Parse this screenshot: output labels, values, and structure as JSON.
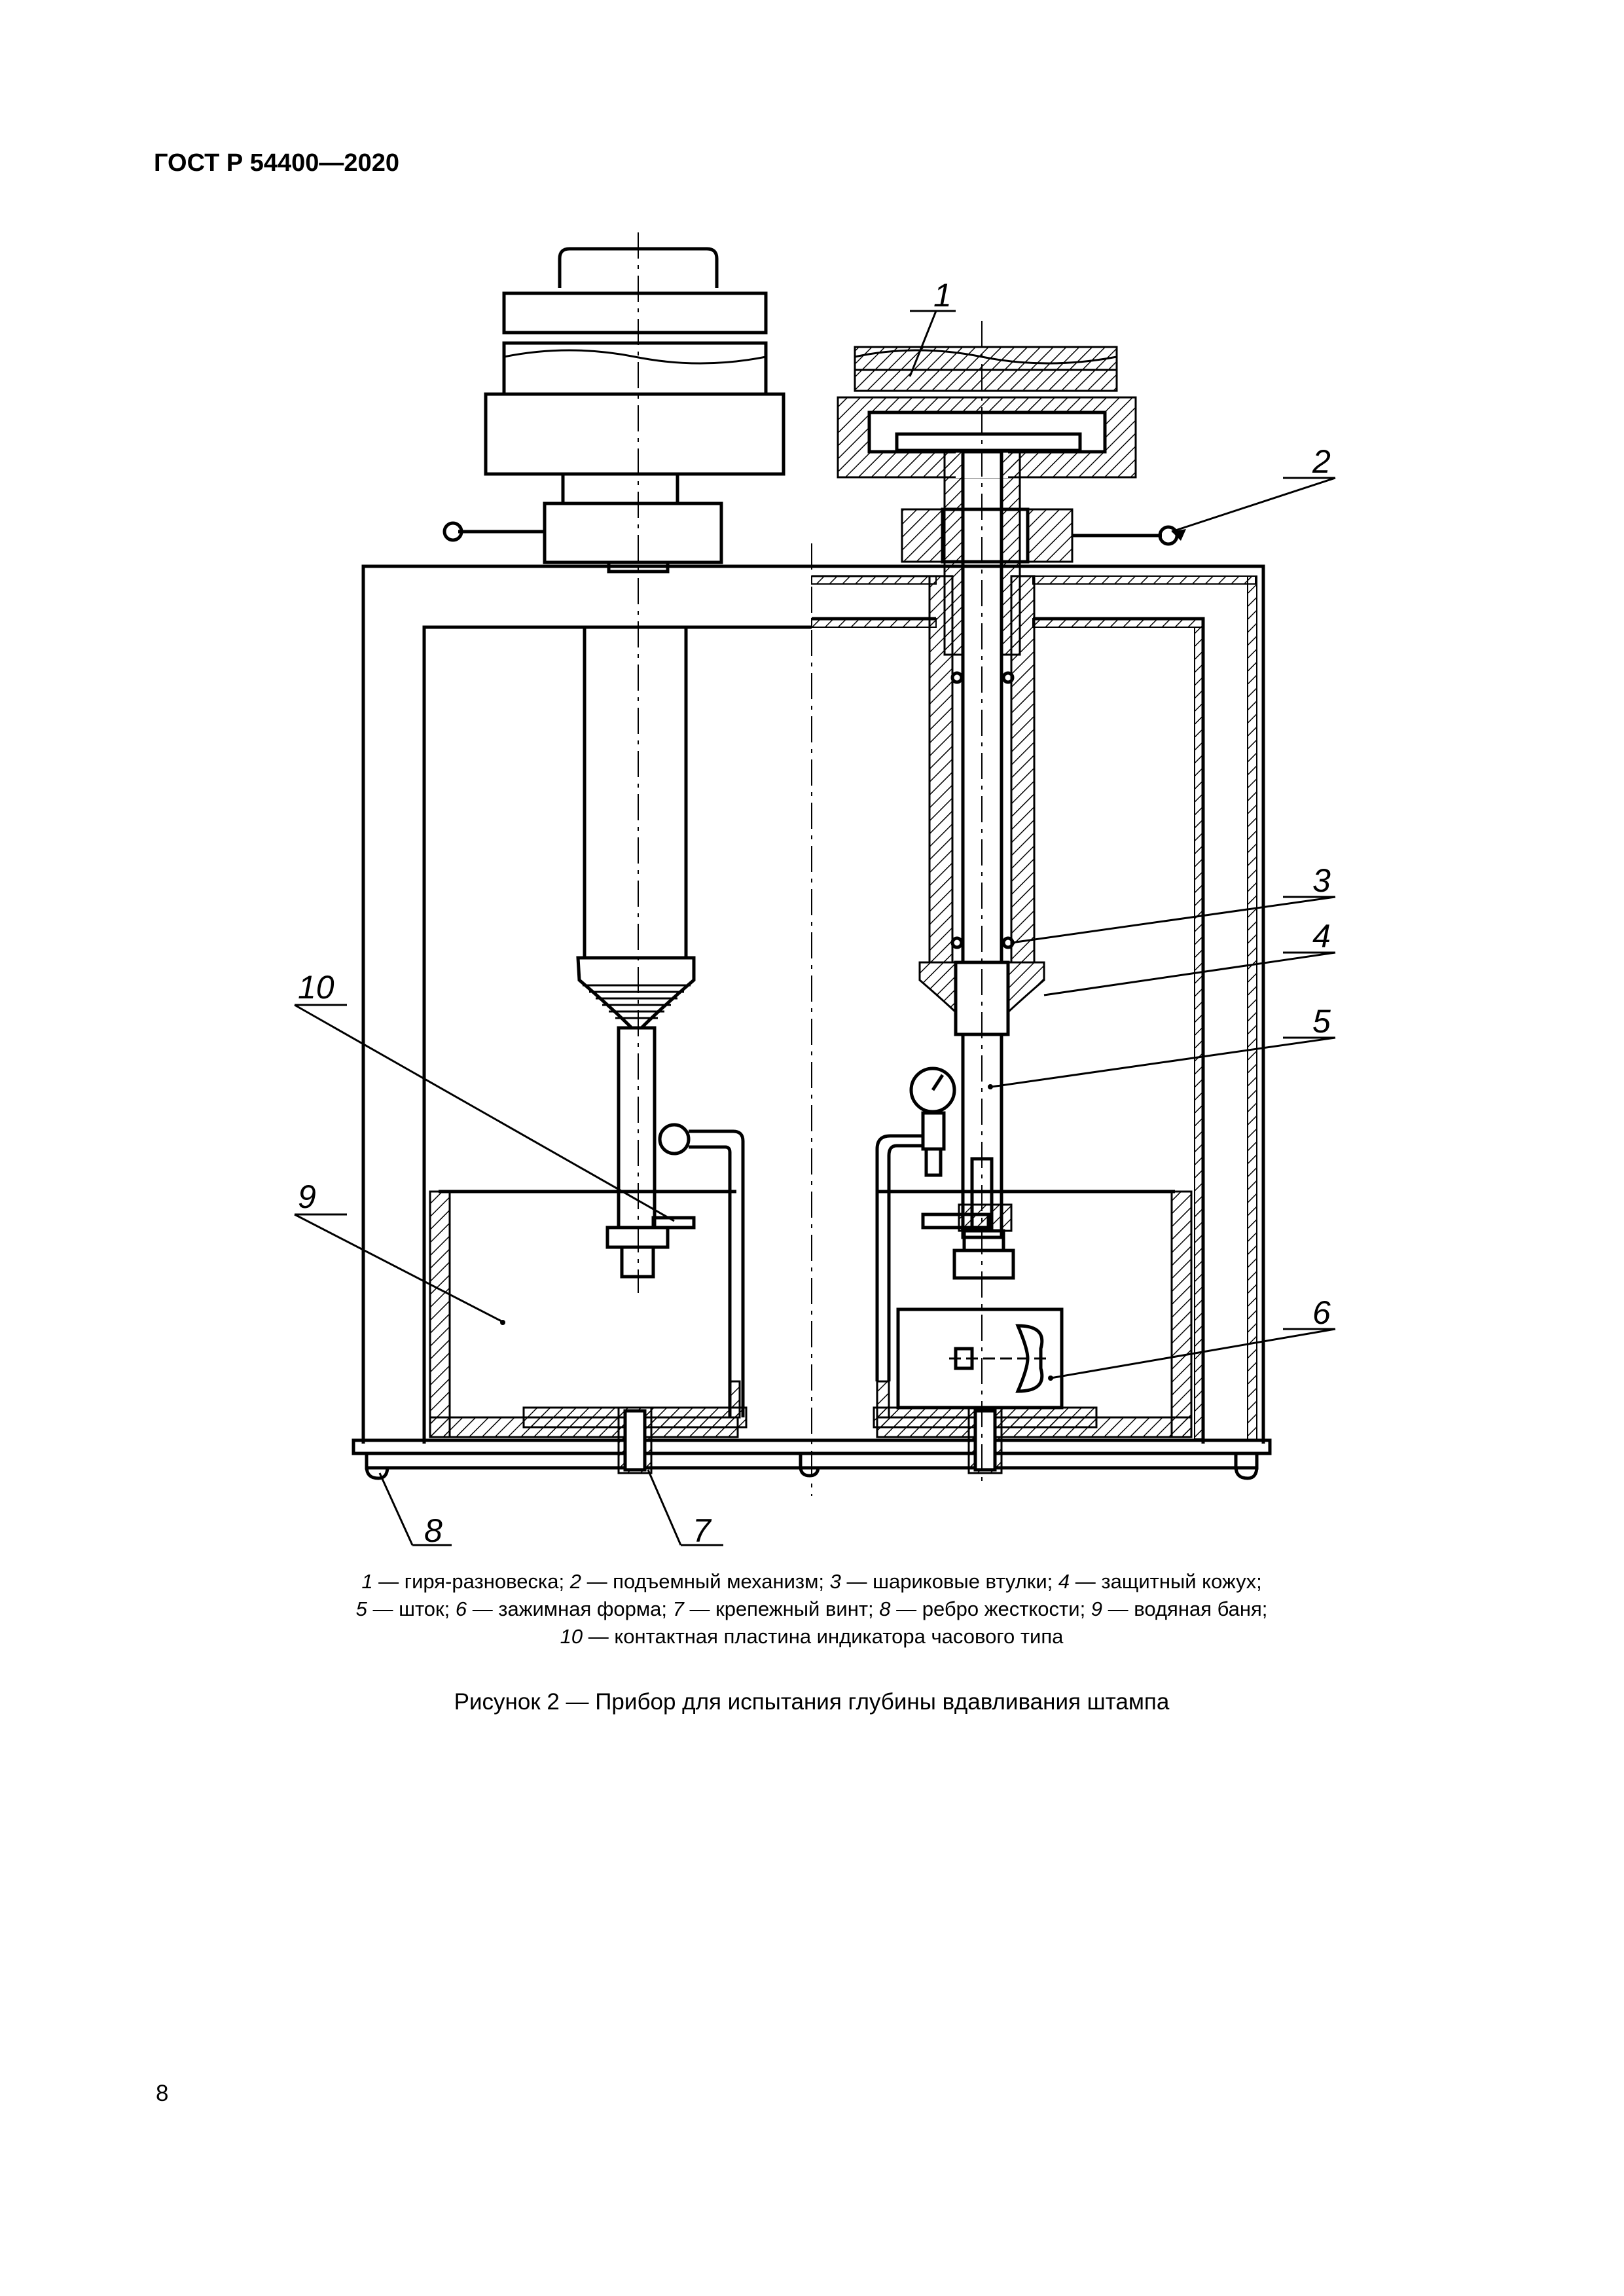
{
  "document": {
    "header": "ГОСТ Р 54400—2020",
    "page_number": "8",
    "figure": {
      "callouts": [
        "1",
        "2",
        "3",
        "4",
        "5",
        "6",
        "7",
        "8",
        "9",
        "10"
      ],
      "legend": [
        {
          "num": "1",
          "text": " — гиря-разновеска; "
        },
        {
          "num": "2",
          "text": " — подъемный механизм; "
        },
        {
          "num": "3",
          "text": " — шариковые втулки; "
        },
        {
          "num": "4",
          "text": " — защитный кожух;"
        },
        {
          "num": "5",
          "text": " — шток; "
        },
        {
          "num": "6",
          "text": " — зажимная форма; "
        },
        {
          "num": "7",
          "text": " — крепежный винт; "
        },
        {
          "num": "8",
          "text": " — ребро жесткости; "
        },
        {
          "num": "9",
          "text": " — водяная баня;"
        },
        {
          "num": "10",
          "text": " — контактная пластина индикатора часового типа"
        }
      ],
      "caption": "Рисунок 2 — Прибор для испытания глубины вдавливания штампа"
    }
  }
}
